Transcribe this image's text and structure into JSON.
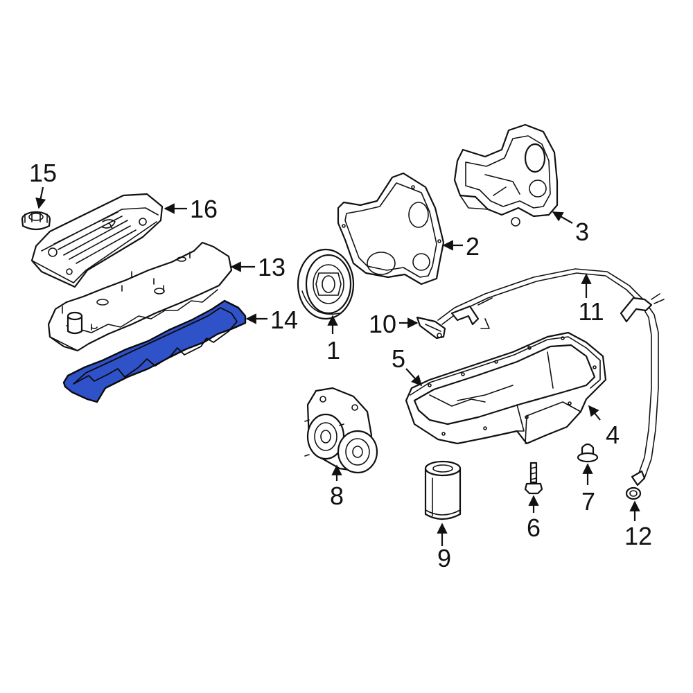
{
  "accent_color": "#2f52c9",
  "highlighted_part": "14",
  "callouts": {
    "c1": "1",
    "c2": "2",
    "c3": "3",
    "c4": "4",
    "c5": "5",
    "c6": "6",
    "c7": "7",
    "c8": "8",
    "c9": "9",
    "c10": "10",
    "c11": "11",
    "c12": "12",
    "c13": "13",
    "c14": "14",
    "c15": "15",
    "c16": "16"
  }
}
